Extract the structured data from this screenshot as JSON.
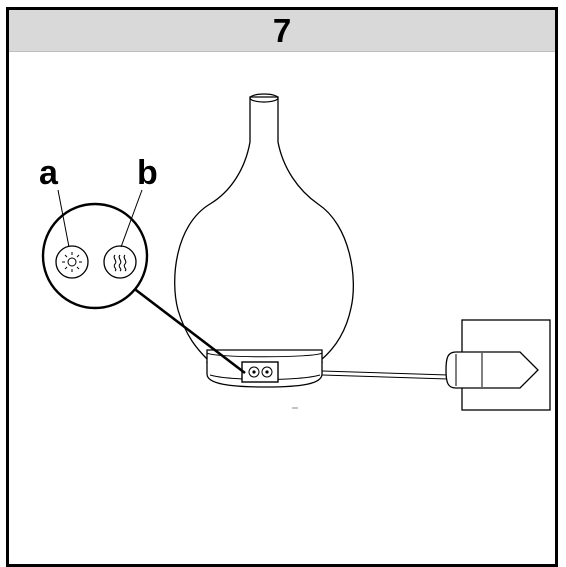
{
  "header": {
    "step_number": "7"
  },
  "callouts": {
    "a": "a",
    "b": "b"
  },
  "icons": {
    "a": "light-icon",
    "b": "mist-icon"
  },
  "colors": {
    "header_bg": "#d9d9d9",
    "line": "#000000"
  }
}
